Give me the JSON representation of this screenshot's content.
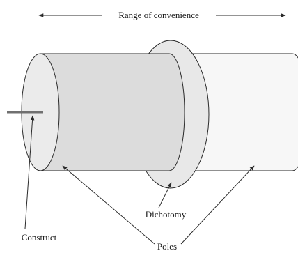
{
  "labels": {
    "range": "Range of convenience",
    "dichotomy": "Dichotomy",
    "construct": "Construct",
    "poles": "Poles"
  },
  "colors": {
    "stroke": "#2a2a2a",
    "left_cylinder_body": "#dcdcdc",
    "left_cylinder_face": "#ebebeb",
    "disc": "#e8e8e8",
    "right_cylinder": "#f7f7f7",
    "construct_rod": "#707070"
  }
}
